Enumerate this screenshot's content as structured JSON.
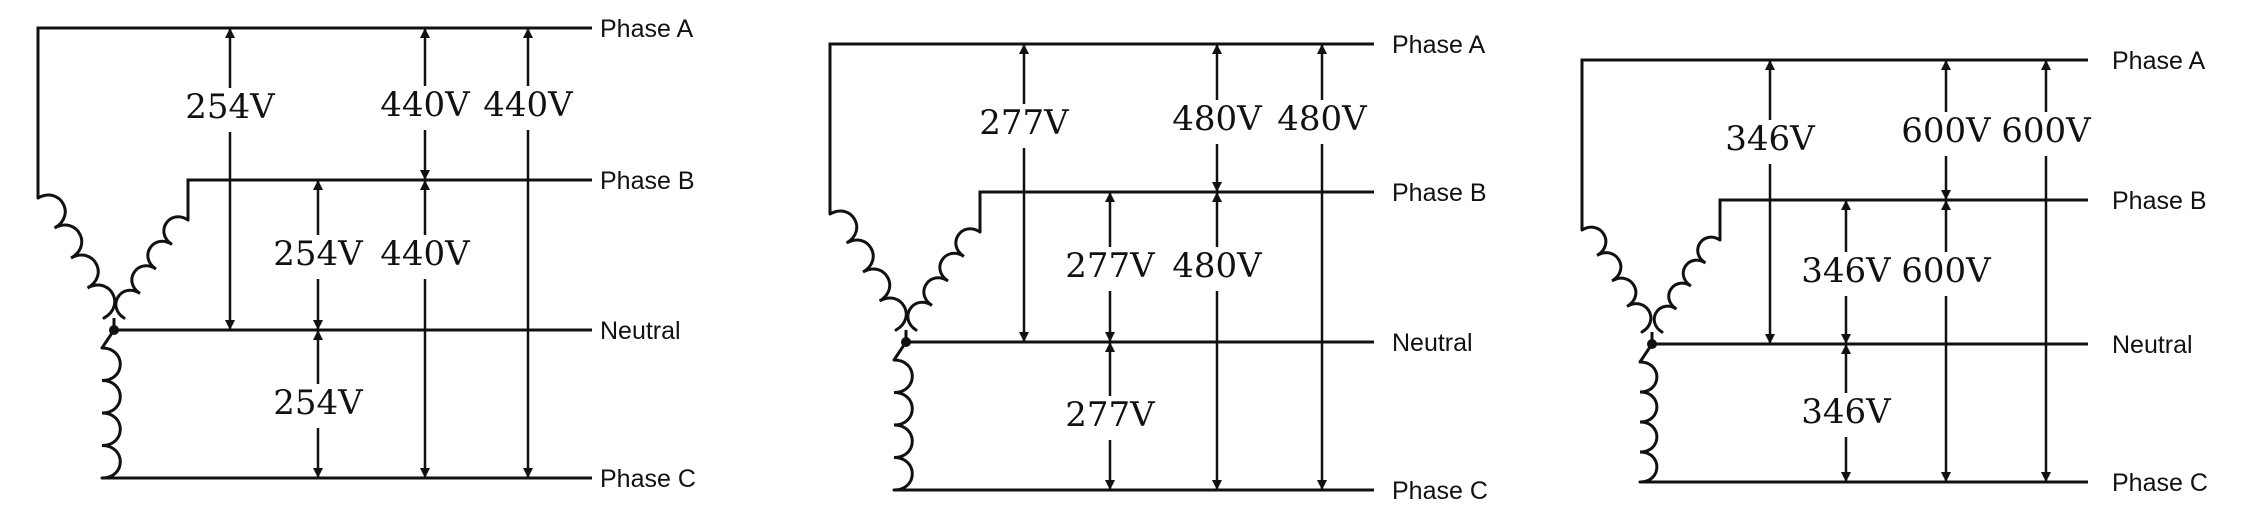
{
  "colors": {
    "line": "#111111",
    "background": "#ffffff"
  },
  "diagrams": [
    {
      "lines": {
        "phase_a": "Phase A",
        "phase_b": "Phase B",
        "neutral": "Neutral",
        "phase_c": "Phase C"
      },
      "phase_to_neutral": [
        "254V",
        "254V",
        "254V"
      ],
      "phase_to_phase": [
        "440V",
        "440V",
        "440V"
      ]
    },
    {
      "lines": {
        "phase_a": "Phase A",
        "phase_b": "Phase B",
        "neutral": "Neutral",
        "phase_c": "Phase C"
      },
      "phase_to_neutral": [
        "277V",
        "277V",
        "277V"
      ],
      "phase_to_phase": [
        "480V",
        "480V",
        "480V"
      ]
    },
    {
      "lines": {
        "phase_a": "Phase A",
        "phase_b": "Phase B",
        "neutral": "Neutral",
        "phase_c": "Phase C"
      },
      "phase_to_neutral": [
        "346V",
        "346V",
        "346V"
      ],
      "phase_to_phase": [
        "600V",
        "600V",
        "600V"
      ]
    }
  ]
}
